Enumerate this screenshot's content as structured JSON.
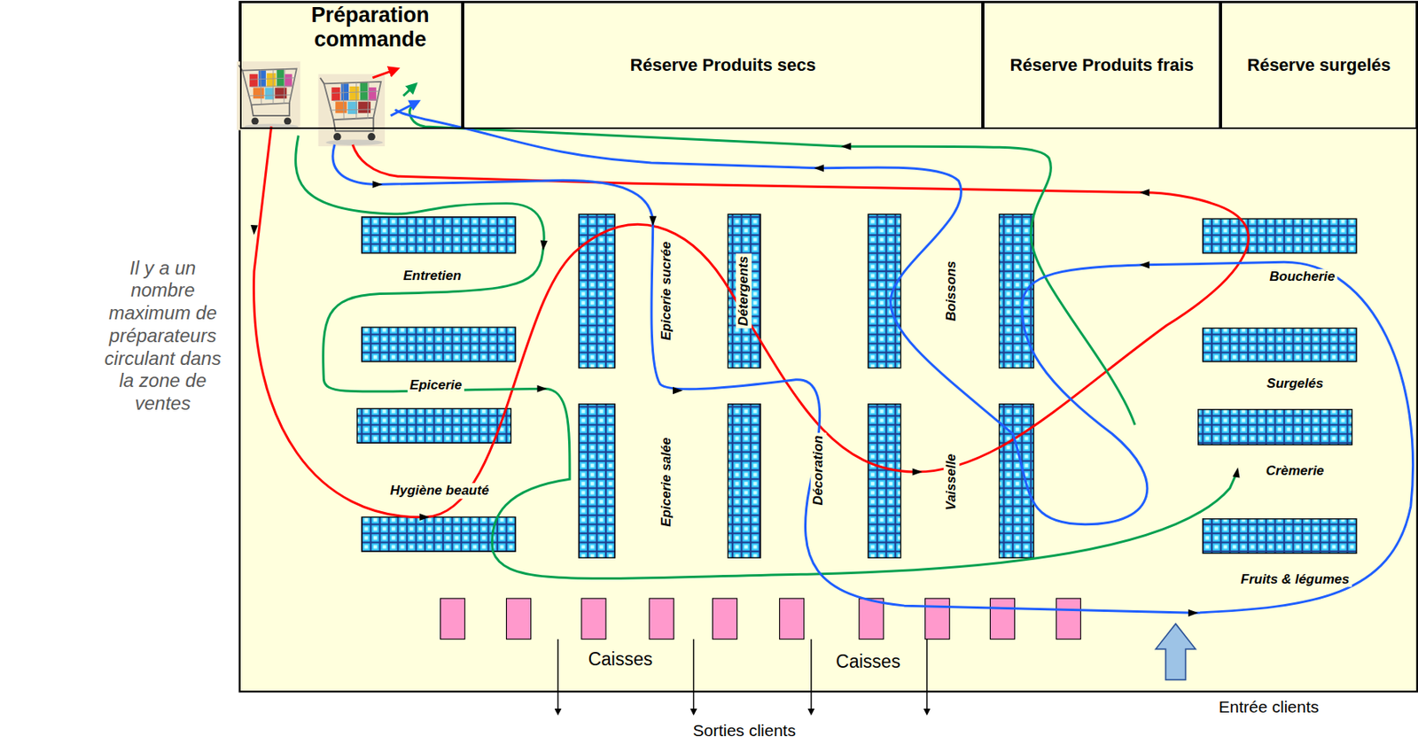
{
  "diagram": {
    "nodes": [
      {
        "text": [
          "Préparation commande"
        ]
      },
      {
        "text": [
          "Réserve Produits secs"
        ]
      },
      {
        "text": [
          "Réserve Produits frais"
        ]
      },
      {
        "text": [
          "Réserve surgelés"
        ]
      }
    ],
    "labels": [
      "Il y a un nombre maximum de préparateurs circulant dans la zone de ventes",
      "Entretien",
      "Epicerie",
      "Hygiène beauté",
      "Epicerie sucrée",
      "Epicerie salée",
      "Détergents",
      "Décoration",
      "Boissons",
      "Vaisselle",
      "Boucherie",
      "Surgelés",
      "Crèmerie",
      "Fruits & légumes",
      "Caisses",
      "Caisses",
      "Sorties clients",
      "Entrée clients"
    ]
  }
}
